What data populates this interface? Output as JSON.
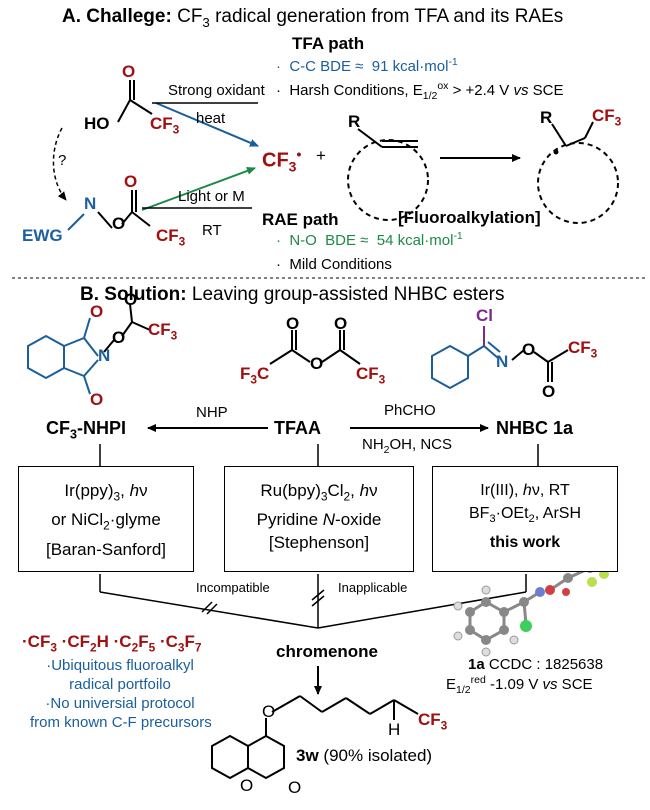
{
  "section_a": {
    "title_bold": "A. Challege:",
    "title_rest": " CF3 radical generation from TFA and its RAEs",
    "tfa_path": "TFA path",
    "tfa_bde": "C-C BDE ≈  91 kcal·mol-1",
    "tfa_harsh": "Harsh Conditions, E1/2ox > +2.4 V vs SCE",
    "strong_oxidant": "Strong oxidant",
    "heat": "heat",
    "question": "?",
    "light_or_m": "Light or M",
    "rt": "RT",
    "rae_path": "RAE path",
    "fluoroalkylation": "[Fluoroalkylation]",
    "rae_bde": "N-O  BDE ≈  54 kcal·mol-1",
    "mild": "Mild Conditions",
    "cf3_radical": "CF3•",
    "plus": "+",
    "ho": "HO",
    "o": "O",
    "cf3": "CF3",
    "ewg": "EWG",
    "n": "N",
    "r": "R"
  },
  "section_b": {
    "title_bold": "B. Solution:",
    "title_rest": " Leaving group-assisted NHBC esters",
    "cf3_nhpi": "CF3-NHPI",
    "tfaa": "TFAA",
    "nhbc": "NHBC 1a",
    "nhp": "NHP",
    "phcho": "PhCHO",
    "nh2oh": "NH2OH, NCS",
    "box1": [
      "Ir(ppy)3, hν",
      "or NiCl2·glyme",
      "[Baran-Sanford]"
    ],
    "box2": [
      "Ru(bpy)3Cl2, hν",
      "Pyridine N-oxide",
      "[Stephenson]"
    ],
    "box3": [
      "Ir(III), hν, RT",
      "BF3·OEt2, ArSH",
      "this work"
    ],
    "incompatible": "Incompatible",
    "inapplicable": "Inapplicable",
    "radicals": "·CF3 ·CF2H ·C2F5 ·C3F7",
    "notes": [
      "·Ubiquitous fluoroalkyl",
      "radical portfoilo",
      "·No universial protocol",
      "from known C-F precursors"
    ],
    "chromenone": "chromenone",
    "product": "3w (90% isolated)",
    "ccdc": "1a CCDC : 1825638",
    "e_red": "E1/2red -1.09 V vs SCE",
    "cl": "Cl",
    "h": "H"
  }
}
